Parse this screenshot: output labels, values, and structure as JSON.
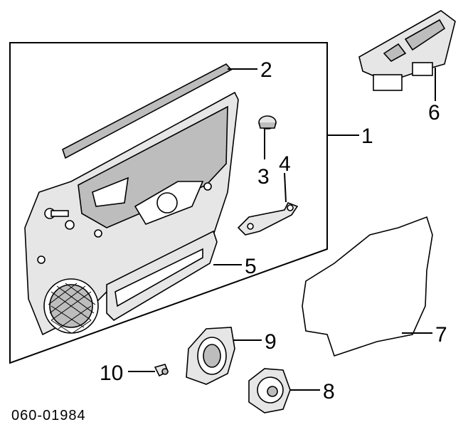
{
  "diagram": {
    "callouts": [
      "1",
      "2",
      "3",
      "4",
      "5",
      "6",
      "7",
      "8",
      "9",
      "10"
    ],
    "part_code": "060-01984"
  },
  "colors": {
    "stroke": "#000000",
    "part_fill": "#e6e6e6",
    "part_shade": "#bdbdbd",
    "background": "#ffffff"
  },
  "icons": [
    "door-trim-panel",
    "weatherstrip",
    "plug-cap",
    "pull-handle",
    "armrest-pocket",
    "switch-bezel",
    "water-shield",
    "speaker",
    "speaker-bracket",
    "clip"
  ]
}
